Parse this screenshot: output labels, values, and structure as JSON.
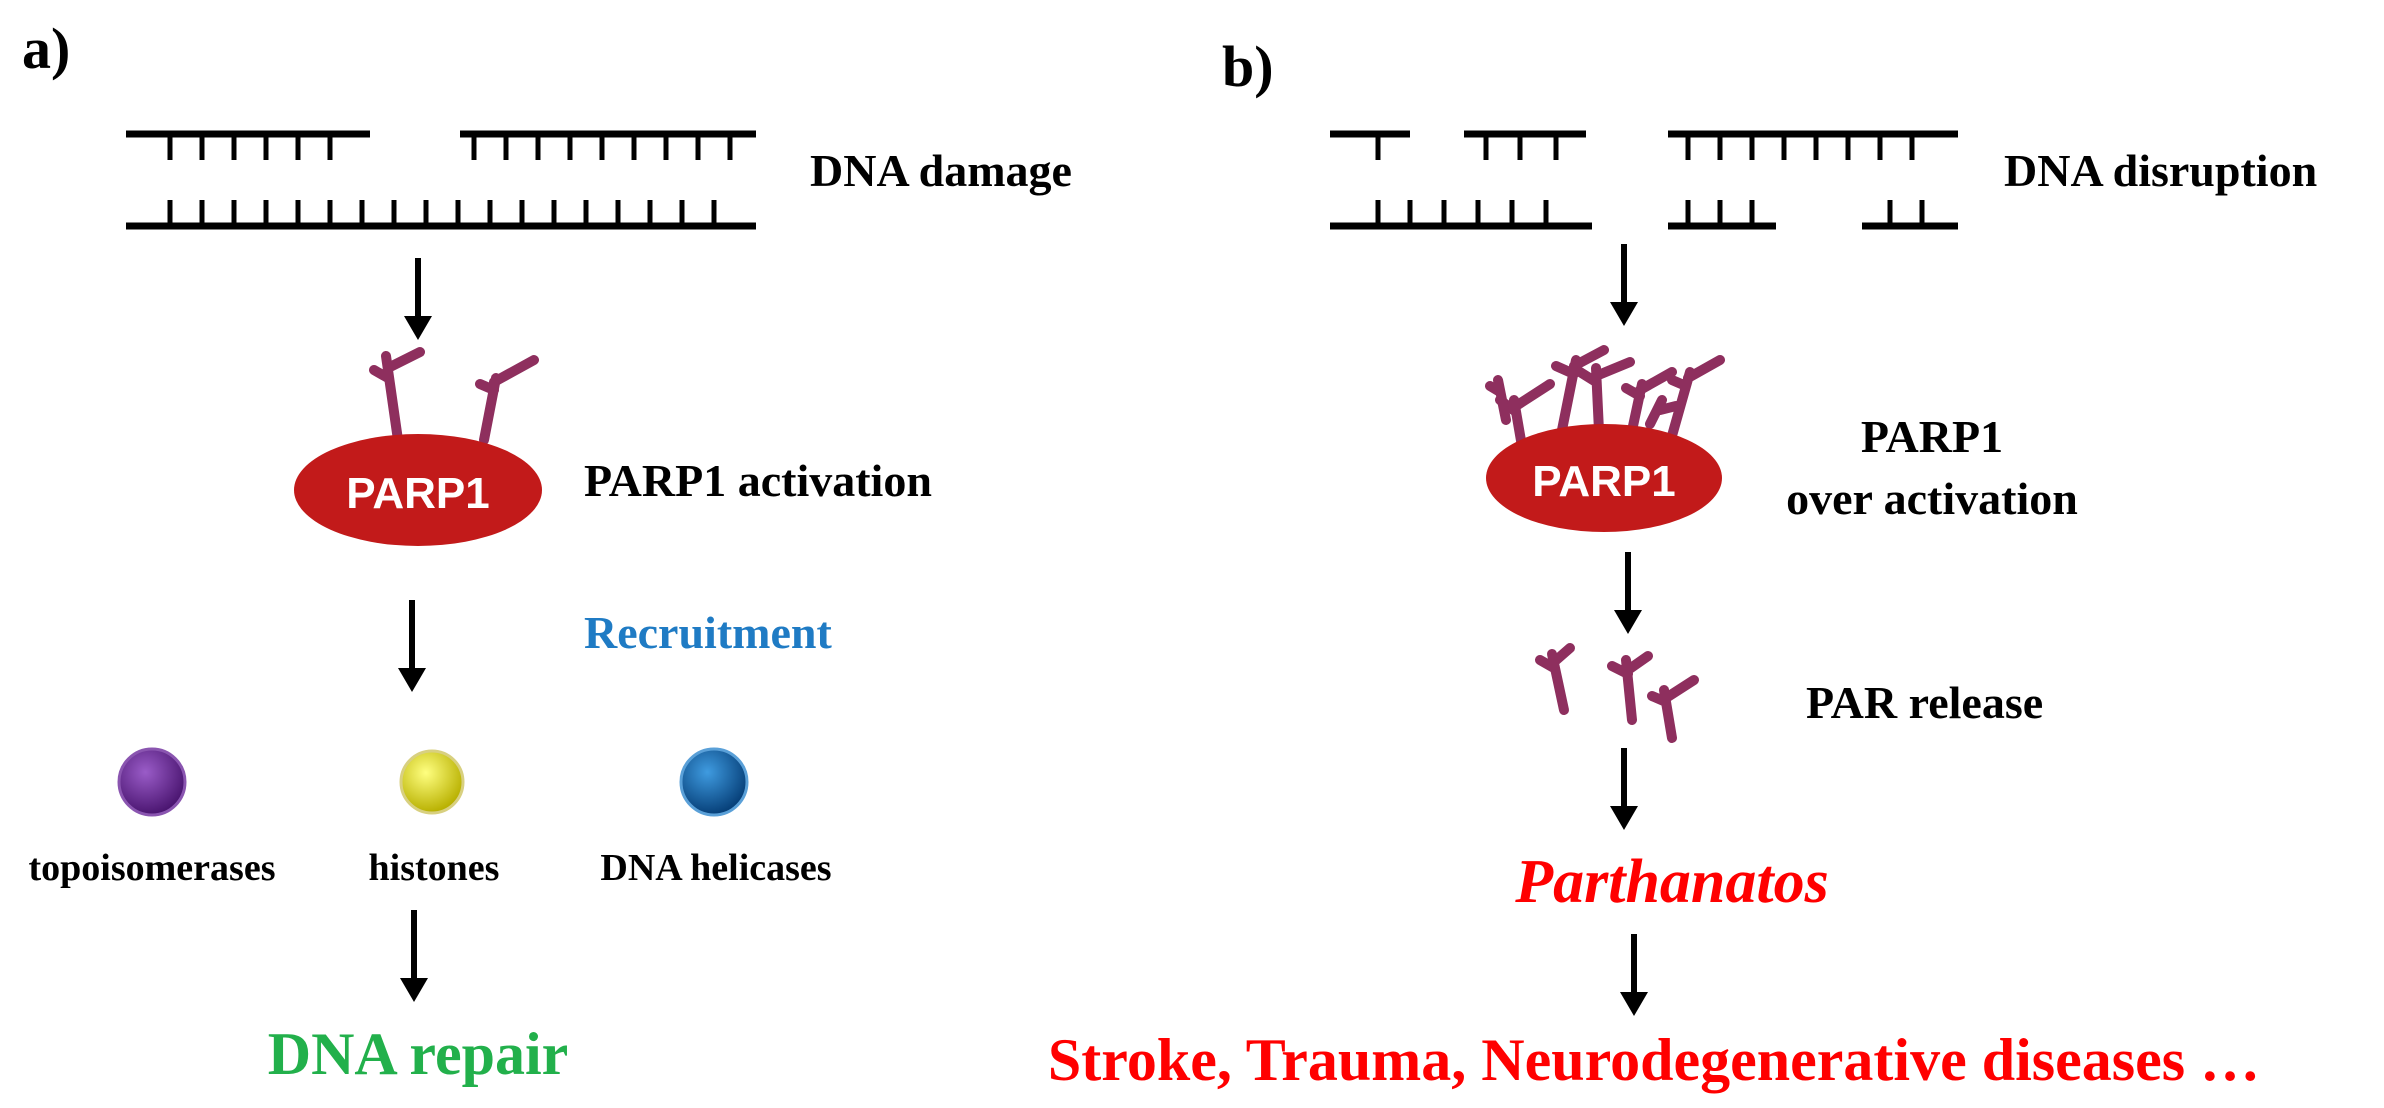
{
  "panel_a": {
    "label": "a)",
    "dna_label": "DNA damage",
    "parp_label": "PARP1",
    "activation_label": "PARP1 activation",
    "recruitment_label": "Recruitment",
    "proteins": [
      {
        "label": "topoisomerases",
        "color": "#6a2a96"
      },
      {
        "label": "histones",
        "color": "#e3e000"
      },
      {
        "label": "DNA helicases",
        "color": "#0a63b0"
      }
    ],
    "outcome_label": "DNA repair"
  },
  "panel_b": {
    "label": "b)",
    "dna_label": "DNA disruption",
    "parp_label": "PARP1",
    "activation_line1": "PARP1",
    "activation_line2": "over activation",
    "par_label": "PAR release",
    "death_label": "Parthanatos",
    "diseases_label": "Stroke, Trauma, Neurodegenerative diseases …"
  },
  "colors": {
    "parp_ellipse": "#c21a1a",
    "par_chain": "#8e2f5e",
    "recruitment_text": "#1f7bc4",
    "repair_text": "#22b04b",
    "death_text": "#ff0000"
  }
}
